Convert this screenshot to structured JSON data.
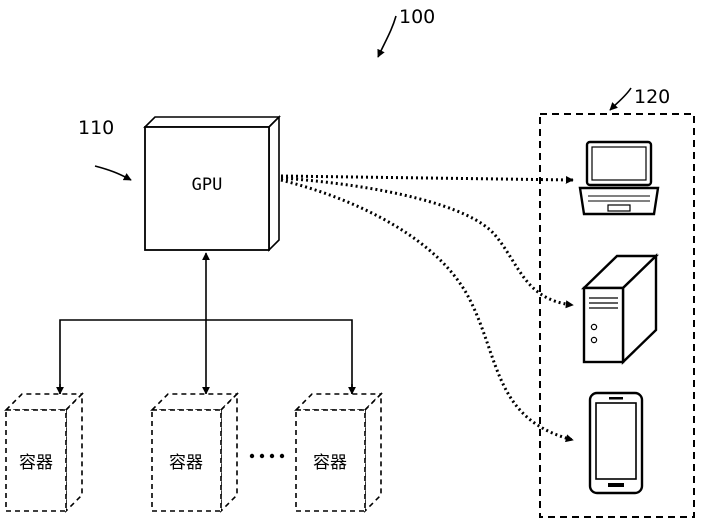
{
  "refs": {
    "system": "100",
    "gpu": "110",
    "devices": "120"
  },
  "gpu": {
    "label": "GPU"
  },
  "containers": [
    {
      "label": "容器"
    },
    {
      "label": "容器"
    },
    {
      "label": "容器"
    }
  ],
  "devices": [
    {
      "icon": "laptop-icon"
    },
    {
      "icon": "desktop-tower-icon"
    },
    {
      "icon": "smartphone-icon"
    }
  ],
  "colors": {
    "stroke": "#000000",
    "background": "#ffffff"
  }
}
